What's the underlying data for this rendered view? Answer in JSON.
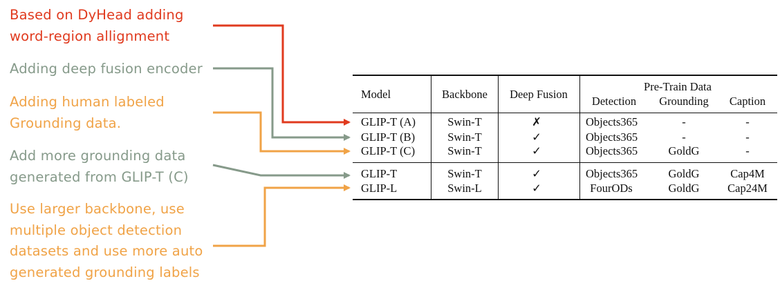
{
  "colors": {
    "red": "#e03a1e",
    "gray": "#869a8a",
    "orange": "#f0a347"
  },
  "annotations": [
    {
      "lines": [
        "Based on DyHead adding",
        "word-region allignment"
      ],
      "color": "#e03a1e"
    },
    {
      "lines": [
        "Adding deep fusion encoder"
      ],
      "color": "#869a8a"
    },
    {
      "lines": [
        "Adding human labeled",
        "Grounding data."
      ],
      "color": "#f0a347"
    },
    {
      "lines": [
        "Add more grounding data",
        "generated from GLIP-T (C)"
      ],
      "color": "#869a8a"
    },
    {
      "lines": [
        "Use larger backbone, use",
        "multiple object detection",
        "datasets and use more auto",
        "generated grounding labels"
      ],
      "color": "#f0a347"
    }
  ],
  "table": {
    "headers": {
      "model": "Model",
      "backbone": "Backbone",
      "deep_fusion": "Deep Fusion",
      "pretrain": "Pre-Train Data",
      "detection": "Detection",
      "grounding": "Grounding",
      "caption": "Caption"
    },
    "rows": [
      {
        "model": "GLIP-T (A)",
        "backbone": "Swin-T",
        "deep_fusion": "✗",
        "detection": "Objects365",
        "grounding": "-",
        "caption": "-"
      },
      {
        "model": "GLIP-T (B)",
        "backbone": "Swin-T",
        "deep_fusion": "✓",
        "detection": "Objects365",
        "grounding": "-",
        "caption": "-"
      },
      {
        "model": "GLIP-T (C)",
        "backbone": "Swin-T",
        "deep_fusion": "✓",
        "detection": "Objects365",
        "grounding": "GoldG",
        "caption": "-"
      },
      {
        "model": "GLIP-T",
        "backbone": "Swin-T",
        "deep_fusion": "✓",
        "detection": "Objects365",
        "grounding": "GoldG",
        "caption": "Cap4M"
      },
      {
        "model": "GLIP-L",
        "backbone": "Swin-L",
        "deep_fusion": "✓",
        "detection": "FourODs",
        "grounding": "GoldG",
        "caption": "Cap24M"
      }
    ]
  }
}
